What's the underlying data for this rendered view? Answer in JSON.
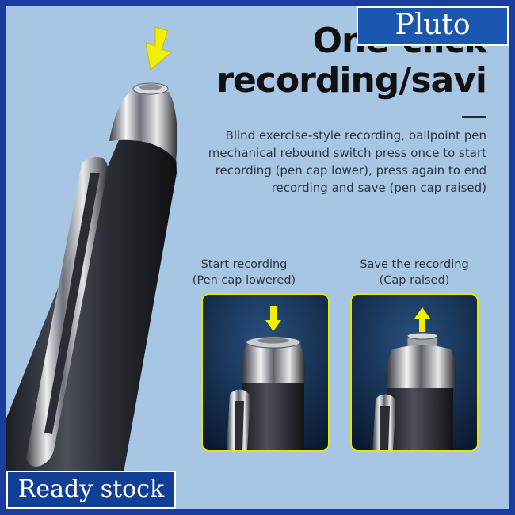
{
  "headline": {
    "line1": "One-click",
    "line2": "recording/savi"
  },
  "description": "Blind exercise-style recording, ballpoint pen mechanical rebound switch press once to start recording (pen cap lower), press again to end recording and save (pen cap raised)",
  "panels": {
    "start": {
      "line1": "Start recording",
      "line2": "(Pen cap lowered)"
    },
    "save": {
      "line1": "Save the recording",
      "line2": "(Cap raised)"
    }
  },
  "badges": {
    "top_right": "Pluto",
    "bottom_left": "Ready stock"
  },
  "colors": {
    "background": "#a7c6e3",
    "frame": "#1a3c9c",
    "accent_yellow": "#f2ee00",
    "panel_border": "#e3e600",
    "badge_blue": "#1b57b0"
  },
  "icons": [
    "arrow-down-icon",
    "arrow-up-icon"
  ]
}
